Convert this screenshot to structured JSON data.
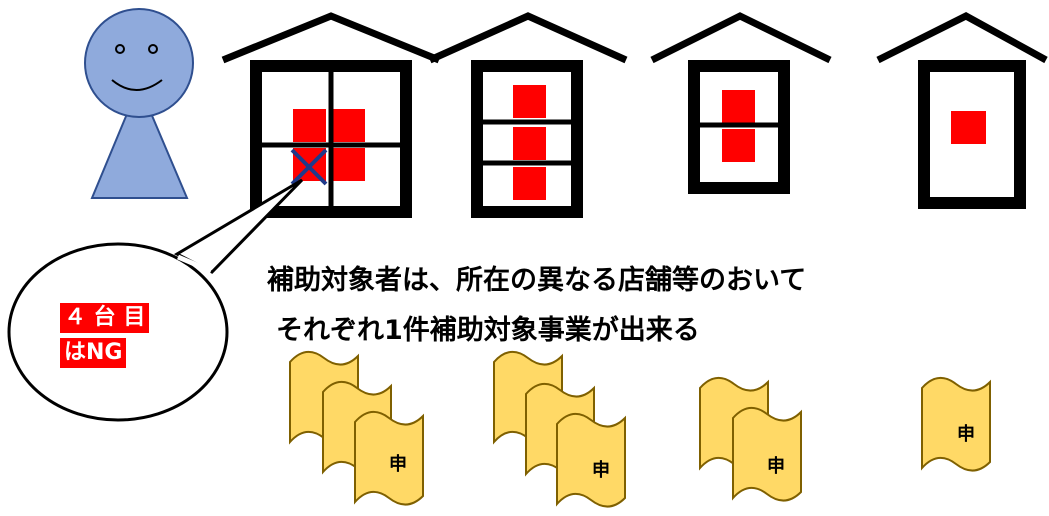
{
  "caption": {
    "line1": "補助対象者は、所在の異なる店舗等のおいて",
    "line2": "それぞれ1件補助対象事業が出来る"
  },
  "speech_bubble": {
    "line1": "４ 台 目",
    "line2": "はNG"
  },
  "document_label": "申",
  "buildings": [
    {
      "window_cells": 4,
      "rules_allowed": 3,
      "ng_marks": 1
    },
    {
      "window_cells": 3,
      "rules_allowed": 3,
      "ng_marks": 0
    },
    {
      "window_cells": 2,
      "rules_allowed": 2,
      "ng_marks": 0
    },
    {
      "window_cells": 1,
      "rules_allowed": 1,
      "ng_marks": 0
    }
  ],
  "document_stacks": [
    3,
    3,
    2,
    1
  ],
  "colors": {
    "person": "#8faadc",
    "person_outline": "#2f4f8f",
    "building": "#000000",
    "red_block": "#ff0000",
    "ng_mark": "#1f3a8a",
    "document": "#ffd966",
    "document_outline": "#7f6000"
  }
}
